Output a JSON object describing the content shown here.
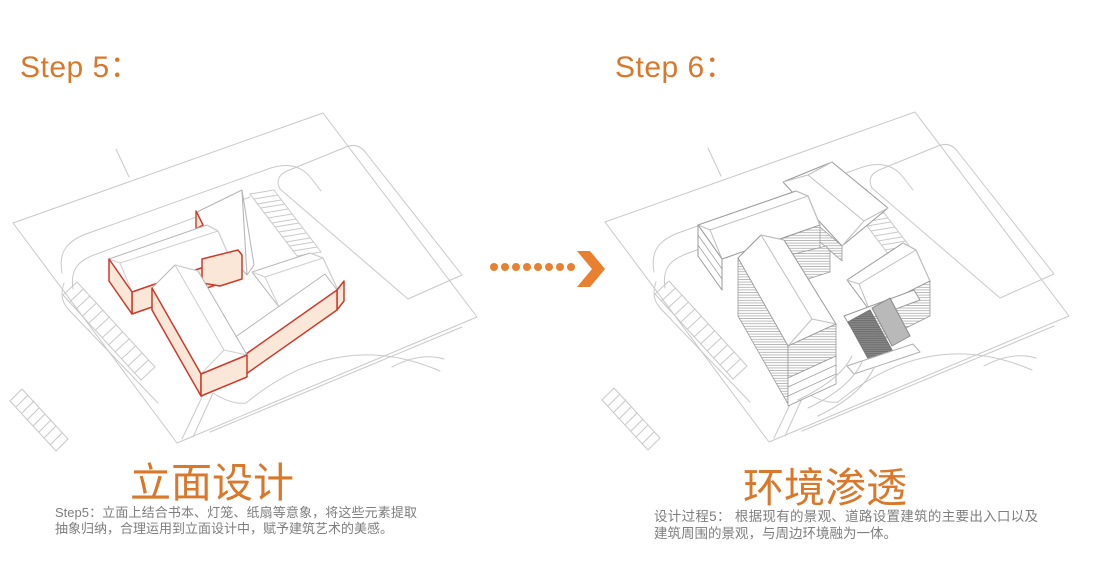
{
  "left": {
    "step_label": "Step 5：",
    "title": "立面设计",
    "description": "Step5：立面上结合书本、灯笼、纸扇等意象，将这些元素提取抽象归纳，合理运用到立面设计中，赋予建筑艺术的美感。"
  },
  "right": {
    "step_label": "Step 6：",
    "title": "环境渗透",
    "description": "设计过程5： 根据现有的景观、道路设置建筑的主要出入口以及建筑周围的景观，与周边环境融为一体。"
  },
  "arrow": {
    "style": "dotted",
    "direction": "right",
    "dot_count": 8
  },
  "colors": {
    "accent_orange": "#D9772B",
    "arrow_orange": "#E8802F",
    "highlight_red": "#CC3B2A",
    "highlight_fill": "#FAE7D8",
    "site_line_gray": "#C9C9C9",
    "building_line_gray": "#9A9A9A",
    "description_gray": "#7E7E7E",
    "background": "#FFFFFF"
  }
}
